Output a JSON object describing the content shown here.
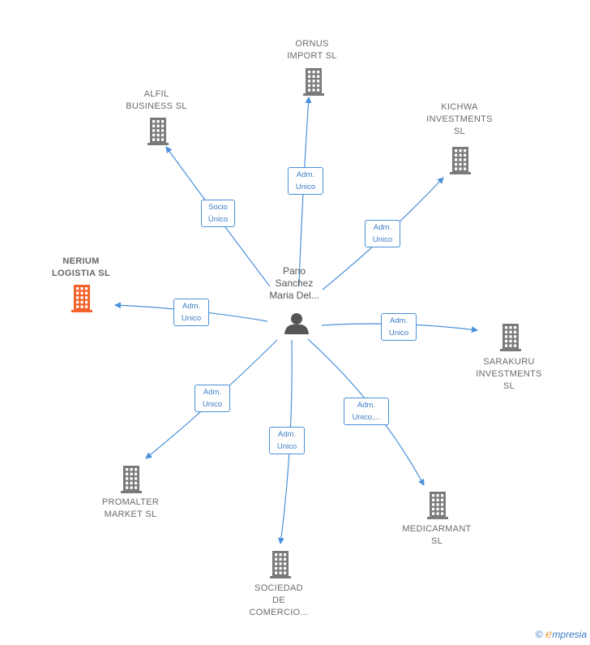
{
  "center": {
    "label": "Pano\nSanchez\nMaria Del..."
  },
  "colors": {
    "edge": "#4a90d9",
    "building": "#7a7a7a",
    "highlight": "#f2622a",
    "person": "#555555"
  },
  "nodes": [
    {
      "id": "ornus",
      "label": "ORNUS\nIMPORT  SL",
      "highlight": false,
      "edge_label": "Adm.\nUnico"
    },
    {
      "id": "alfil",
      "label": "ALFIL\nBUSINESS SL",
      "highlight": false,
      "edge_label": "Socio\nÚnico"
    },
    {
      "id": "kichwa",
      "label": "KICHWA\nINVESTMENTS\nSL",
      "highlight": false,
      "edge_label": "Adm.\nUnico"
    },
    {
      "id": "nerium",
      "label": "NERIUM\nLOGISTIA  SL",
      "highlight": true,
      "edge_label": "Adm.\nUnico"
    },
    {
      "id": "sarakuru",
      "label": "SARAKURU\nINVESTMENTS\nSL",
      "highlight": false,
      "edge_label": "Adm.\nUnico"
    },
    {
      "id": "promalter",
      "label": "PROMALTER\nMARKET  SL",
      "highlight": false,
      "edge_label": "Adm.\nUnico"
    },
    {
      "id": "medicarmant",
      "label": "MEDICARMANT\nSL",
      "highlight": false,
      "edge_label": "Adm.\nUnico,..."
    },
    {
      "id": "sociedad",
      "label": "SOCIEDAD\nDE\nCOMERCIO...",
      "highlight": false,
      "edge_label": "Adm.\nUnico"
    }
  ],
  "footer": {
    "copyright": "©",
    "brand_e": "e",
    "brand_rest": "mpresia"
  }
}
